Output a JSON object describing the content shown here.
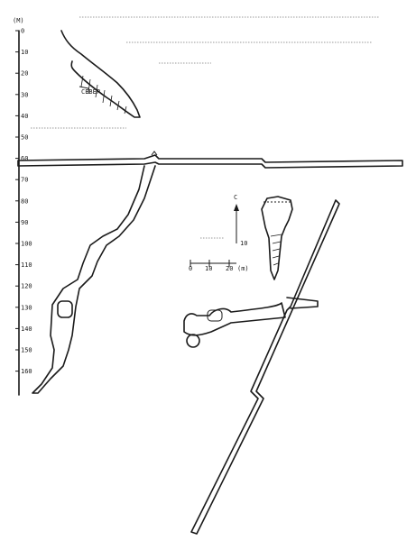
{
  "depth_axis": {
    "unit_label": "(M)",
    "ticks": [
      "0",
      "10",
      "20",
      "30",
      "40",
      "50",
      "60",
      "70",
      "80",
      "90",
      "100",
      "110",
      "120",
      "130",
      "140",
      "150",
      "160"
    ]
  },
  "scale_bar": {
    "labels": [
      "0",
      "10",
      "20",
      "(m)"
    ]
  },
  "north_arrow": {
    "letter": "C",
    "label": "10"
  },
  "inset_label": "СЕВЕР"
}
